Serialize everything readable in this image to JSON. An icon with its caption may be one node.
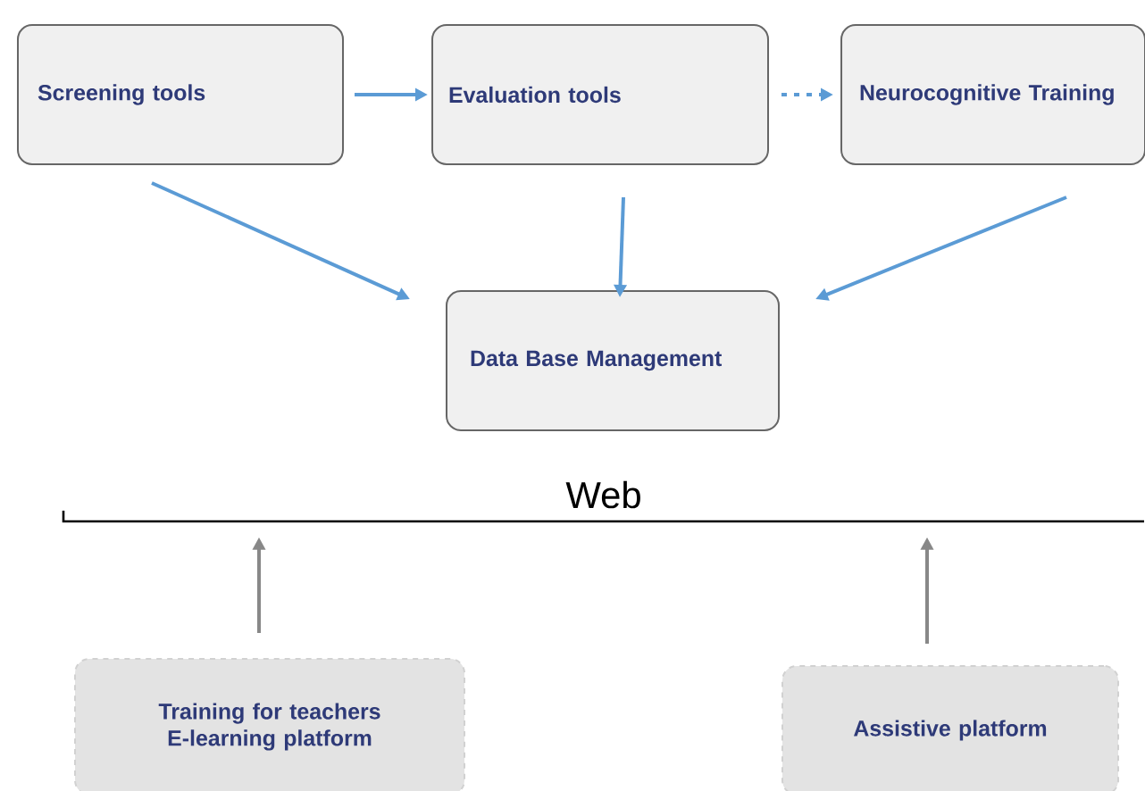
{
  "diagram": {
    "nodes": [
      {
        "text": [
          "Screening tools"
        ]
      },
      {
        "text": [
          "Evaluation tools"
        ]
      },
      {
        "text": [
          "Neurocognitive Training"
        ]
      },
      {
        "text": [
          "Data Base Management"
        ]
      },
      {
        "text": [
          "Web"
        ]
      },
      {
        "text": [
          "Training for teachers E-learning platform"
        ]
      },
      {
        "text": [
          "Assistive platform"
        ]
      }
    ],
    "edges": [
      {
        "from": 0,
        "to": 1,
        "arrow": "to"
      },
      {
        "from": 1,
        "to": 2,
        "arrow": "to",
        "style": "dashed"
      },
      {
        "from": 0,
        "to": 3,
        "arrow": "to"
      },
      {
        "from": 1,
        "to": 3,
        "arrow": "to"
      },
      {
        "from": 2,
        "to": 3,
        "arrow": "to"
      },
      {
        "from": 5,
        "to": 4,
        "arrow": "to",
        "color": "#888888"
      },
      {
        "from": 6,
        "to": 4,
        "arrow": "to",
        "color": "#888888"
      }
    ]
  }
}
